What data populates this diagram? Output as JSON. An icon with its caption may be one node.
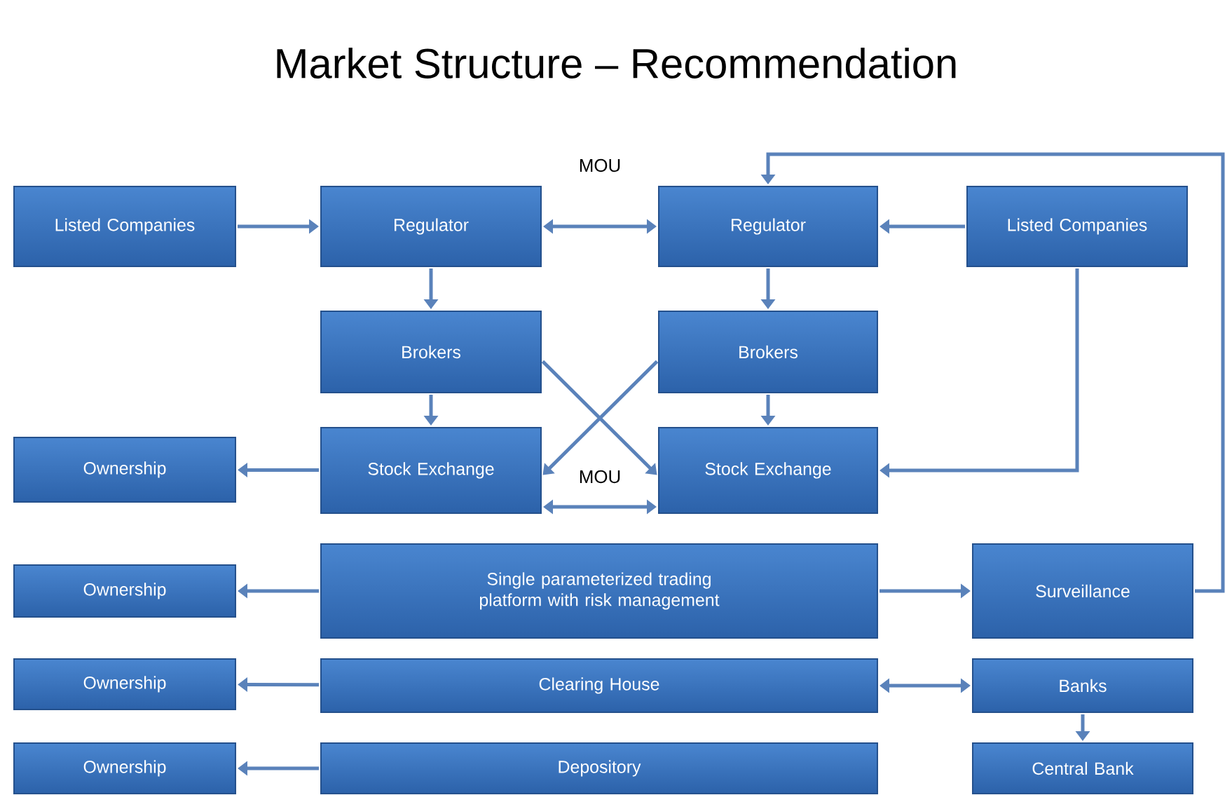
{
  "diagram": {
    "title": "Market Structure – Recommendation",
    "nodes": [
      {
        "text": [
          "Listed Companies"
        ]
      },
      {
        "text": [
          "Regulator"
        ]
      },
      {
        "text": [
          "Regulator"
        ]
      },
      {
        "text": [
          "Listed Companies"
        ]
      },
      {
        "text": [
          "Brokers"
        ]
      },
      {
        "text": [
          "Brokers"
        ]
      },
      {
        "text": [
          "Ownership"
        ]
      },
      {
        "text": [
          "Stock Exchange"
        ]
      },
      {
        "text": [
          "Stock Exchange"
        ]
      },
      {
        "text": [
          "Ownership"
        ]
      },
      {
        "text": [
          "Single parameterized trading platform with risk management"
        ]
      },
      {
        "text": [
          "Surveillance"
        ]
      },
      {
        "text": [
          "Ownership"
        ]
      },
      {
        "text": [
          "Clearing House"
        ]
      },
      {
        "text": [
          "Banks"
        ]
      },
      {
        "text": [
          "Ownership"
        ]
      },
      {
        "text": [
          "Depository"
        ]
      },
      {
        "text": [
          "Central Bank"
        ]
      }
    ],
    "edges": [
      {
        "from": 0,
        "to": 1,
        "arrow": "to"
      },
      {
        "from": 1,
        "to": 2,
        "arrow": "both",
        "label": "MOU"
      },
      {
        "from": 3,
        "to": 2,
        "arrow": "to"
      },
      {
        "from": 1,
        "to": 4,
        "arrow": "to"
      },
      {
        "from": 2,
        "to": 5,
        "arrow": "to"
      },
      {
        "from": 4,
        "to": 7,
        "arrow": "to"
      },
      {
        "from": 5,
        "to": 8,
        "arrow": "to"
      },
      {
        "from": 4,
        "to": 8,
        "arrow": "to"
      },
      {
        "from": 5,
        "to": 7,
        "arrow": "to"
      },
      {
        "from": 7,
        "to": 8,
        "arrow": "both",
        "label": "MOU"
      },
      {
        "from": 3,
        "to": 8,
        "arrow": "to"
      },
      {
        "from": 7,
        "to": 6,
        "arrow": "to"
      },
      {
        "from": 10,
        "to": 9,
        "arrow": "to"
      },
      {
        "from": 10,
        "to": 11,
        "arrow": "to"
      },
      {
        "from": 11,
        "to": 2,
        "arrow": "to"
      },
      {
        "from": 13,
        "to": 12,
        "arrow": "to"
      },
      {
        "from": 13,
        "to": 14,
        "arrow": "both"
      },
      {
        "from": 14,
        "to": 17,
        "arrow": "to"
      },
      {
        "from": 16,
        "to": 15,
        "arrow": "to"
      }
    ]
  }
}
